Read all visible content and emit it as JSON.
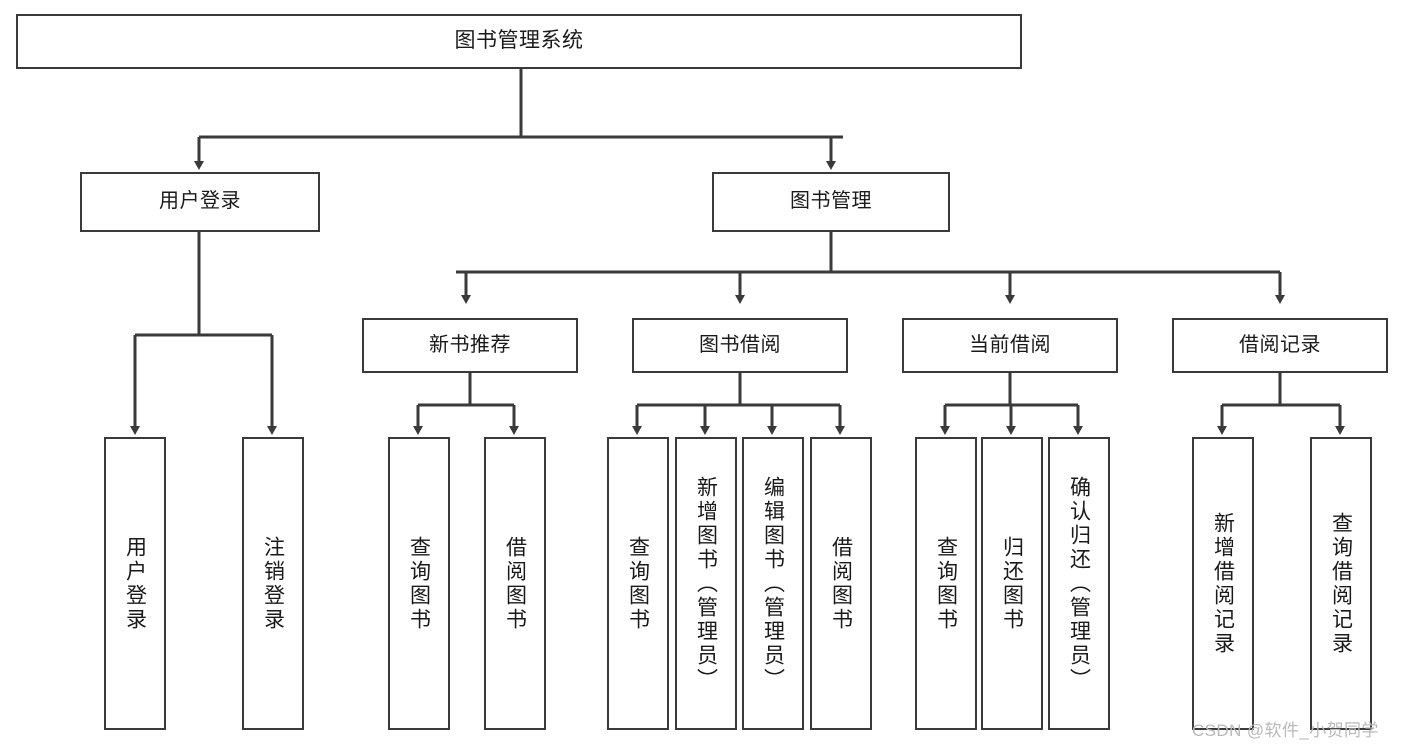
{
  "diagram": {
    "title": "图书管理系统",
    "type": "functional-structure-tree",
    "root": {
      "label": "图书管理系统"
    },
    "level2": [
      {
        "id": "user-login",
        "label": "用户登录"
      },
      {
        "id": "book-manage",
        "label": "图书管理"
      }
    ],
    "level3": [
      {
        "id": "new-book-recommend",
        "label": "新书推荐"
      },
      {
        "id": "book-borrow",
        "label": "图书借阅"
      },
      {
        "id": "current-borrow",
        "label": "当前借阅"
      },
      {
        "id": "borrow-record",
        "label": "借阅记录"
      }
    ],
    "leaves": {
      "user_login": [
        {
          "id": "leaf-user-login",
          "label": "用户登录"
        },
        {
          "id": "leaf-logout-login",
          "label": "注销登录"
        }
      ],
      "new_book_recommend": [
        {
          "id": "leaf-query-book-1",
          "label": "查询图书"
        },
        {
          "id": "leaf-borrow-book-1",
          "label": "借阅图书"
        }
      ],
      "book_borrow": [
        {
          "id": "leaf-query-book-2",
          "label": "查询图书"
        },
        {
          "id": "leaf-add-book",
          "label": "新增图书（管理员）"
        },
        {
          "id": "leaf-edit-book",
          "label": "编辑图书（管理员）"
        },
        {
          "id": "leaf-borrow-book-2",
          "label": "借阅图书"
        }
      ],
      "current_borrow": [
        {
          "id": "leaf-query-book-3",
          "label": "查询图书"
        },
        {
          "id": "leaf-return-book",
          "label": "归还图书"
        },
        {
          "id": "leaf-confirm-return",
          "label": "确认归还（管理员）"
        }
      ],
      "borrow_record": [
        {
          "id": "leaf-add-borrow-record",
          "label": "新增借阅记录"
        },
        {
          "id": "leaf-query-borrow-record",
          "label": "查询借阅记录"
        }
      ]
    }
  },
  "watermark": {
    "text": "CSDN @软件_小贺同学"
  },
  "colors": {
    "stroke": "#3a3a3a",
    "background": "#ffffff",
    "text": "#1a1a1a",
    "watermark": "#b9b9b9"
  }
}
